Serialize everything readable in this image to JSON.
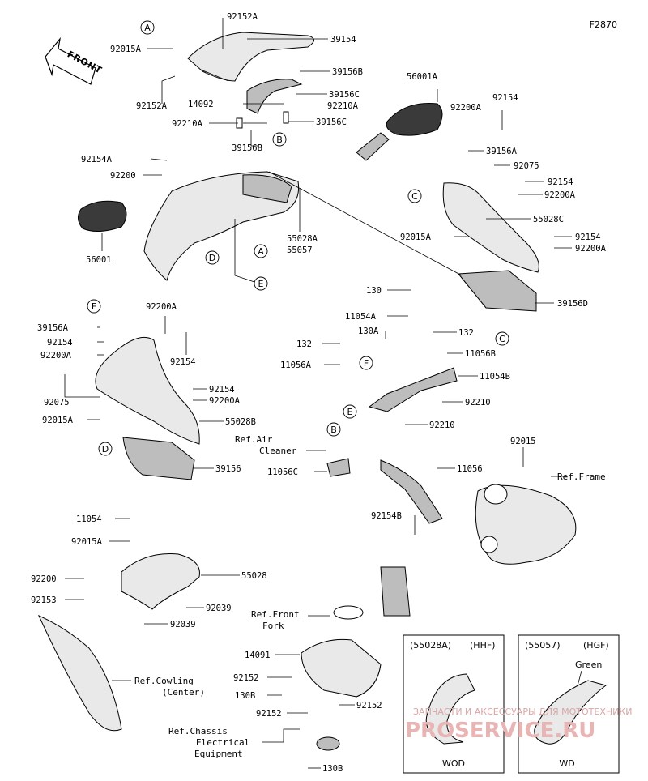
{
  "figure_code": "F2870",
  "front_label": "FRONT",
  "circle_refs": [
    "A",
    "B",
    "C",
    "D",
    "E",
    "F"
  ],
  "labels": {
    "l_92152A_top": "92152A",
    "l_39154": "39154",
    "l_92015A_1": "92015A",
    "l_92152A_2": "92152A",
    "l_39156B_1": "39156B",
    "l_39156C_1": "39156C",
    "l_14092": "14092",
    "l_92210A_1": "92210A",
    "l_92210A_2": "92210A",
    "l_39156C_2": "39156C",
    "l_39156B_2": "39156B",
    "l_56001A": "56001A",
    "l_92200A_1": "92200A",
    "l_92154_1": "92154",
    "l_39156A_1": "39156A",
    "l_92075_1": "92075",
    "l_92154_2": "92154",
    "l_92200A_2": "92200A",
    "l_92154A": "92154A",
    "l_92200": "92200",
    "l_55028C": "55028C",
    "l_92015A_2": "92015A",
    "l_92154_3": "92154",
    "l_92200A_3": "92200A",
    "l_56001": "56001",
    "l_55028A": "55028A",
    "l_55057": "55057",
    "l_39156D": "39156D",
    "l_39156A_2": "39156A",
    "l_92154_4": "92154",
    "l_92200A_4": "92200A",
    "l_92200A_5": "92200A",
    "l_92154_5": "92154",
    "l_92075_2": "92075",
    "l_92015A_3": "92015A",
    "l_92154_6": "92154",
    "l_92200A_6": "92200A",
    "l_55028B": "55028B",
    "l_39156": "39156",
    "l_130_1": "130",
    "l_11054A": "11054A",
    "l_130A": "130A",
    "l_132_1": "132",
    "l_132_2": "132",
    "l_11056B": "11056B",
    "l_11056A": "11056A",
    "l_11054B": "11054B",
    "l_92210_1": "92210",
    "l_92210_2": "92210",
    "l_ref_air_1": "Ref.Air",
    "l_ref_air_2": "Cleaner",
    "l_11056C": "11056C",
    "l_11056": "11056",
    "l_92015": "92015",
    "l_ref_frame": "Ref.Frame",
    "l_11054": "11054",
    "l_92015A_4": "92015A",
    "l_92200_2": "92200",
    "l_55028": "55028",
    "l_92153": "92153",
    "l_92039_1": "92039",
    "l_92039_2": "92039",
    "l_92154B": "92154B",
    "l_ref_fork_1": "Ref.Front",
    "l_ref_fork_2": "Fork",
    "l_14091": "14091",
    "l_92152_1": "92152",
    "l_130B_1": "130B",
    "l_92152_2": "92152",
    "l_92152_3": "92152",
    "l_ref_cowl_1": "Ref.Cowling",
    "l_ref_cowl_2": "(Center)",
    "l_ref_chassis_1": "Ref.Chassis",
    "l_ref_chassis_2": "Electrical",
    "l_ref_chassis_3": "Equipment",
    "l_130B_2": "130B"
  },
  "inset_left": {
    "code": "(55028A)",
    "variant": "(HHF)",
    "caption": "WOD"
  },
  "inset_right": {
    "code": "(55057)",
    "variant": "(HGF)",
    "note": "Green",
    "caption": "WD"
  },
  "watermark": {
    "line1": "ЗАПЧАСТИ И АКСЕССУАРЫ ДЛЯ МОТОТЕХНИКИ",
    "line2": "PROSERVICE.RU"
  }
}
